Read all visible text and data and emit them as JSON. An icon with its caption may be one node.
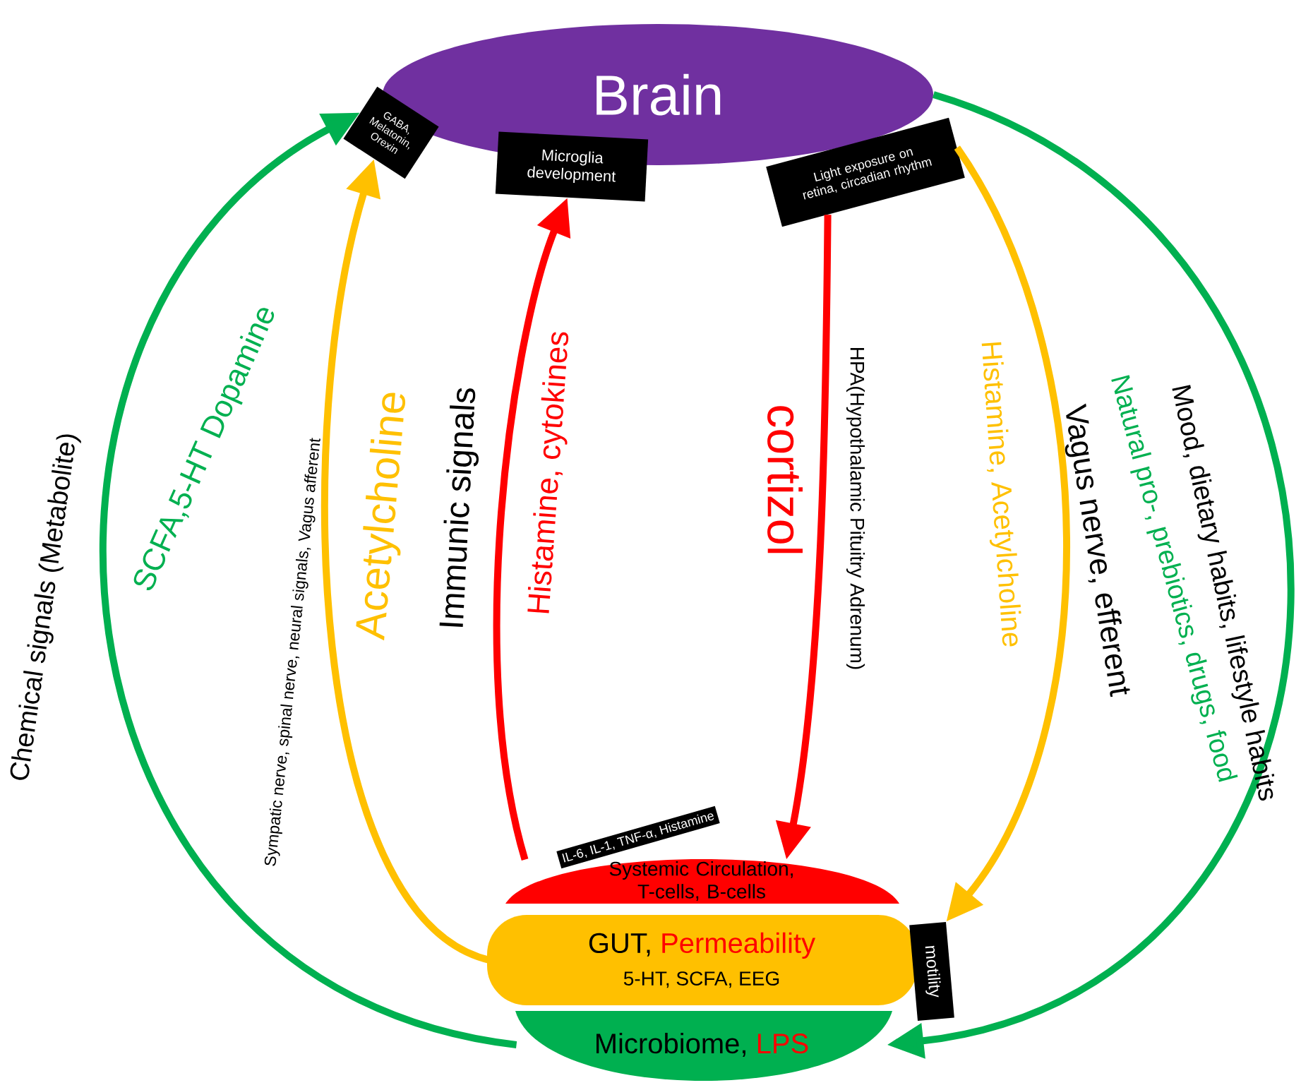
{
  "diagram": {
    "nodes": [
      {
        "text": [
          "Brain"
        ]
      },
      {
        "text": [
          "GABA, Melatonin, Orexin"
        ]
      },
      {
        "text": [
          "Microglia development"
        ]
      },
      {
        "text": [
          "Light exposure on retina, circadian rhythm"
        ]
      },
      {
        "text": [
          "Systemic Circulation, T-cells, B-cells"
        ]
      },
      {
        "text": [
          "IL-6, IL-1, TNF-α, Histamine"
        ]
      },
      {
        "text": [
          "GUT,",
          "Permeability",
          "5-HT, SCFA, EEG"
        ]
      },
      {
        "text": [
          "motility"
        ]
      },
      {
        "text": [
          "Microbiome,",
          "LPS"
        ]
      }
    ],
    "edges": [
      {
        "from": 8,
        "to": 1,
        "arrow": "to",
        "label": "Chemical signals (Metabolite)",
        "color": "#00b050"
      },
      {
        "from": 0,
        "to": 8,
        "arrow": "to",
        "label": "Mood, dietary habits, lifestyle habits",
        "color": "#00b050"
      },
      {
        "from": 6,
        "to": 1,
        "arrow": "to",
        "label": "Sympatic nerve, spinal nerve, neural signals, Vagus afferent",
        "color": "#ffc000"
      },
      {
        "from": 4,
        "to": 2,
        "arrow": "to",
        "label": "Immunic signals",
        "color": "#ff0000"
      },
      {
        "from": 3,
        "to": 4,
        "arrow": "to",
        "label": "HPA(Hypothalamic Pituitry Adrenum)",
        "color": "#ff0000"
      },
      {
        "from": 3,
        "to": 7,
        "arrow": "to",
        "label": "Vagus nerve, efferent",
        "color": "#ffc000"
      }
    ],
    "labels": [
      "SCFA,5-HT Dopamine",
      "Acetylcholine",
      "Histamine, cytokines",
      "cortizol",
      "Histamine, Acetylcholine",
      "Natural pro-, prebiotics, drugs, food"
    ]
  }
}
